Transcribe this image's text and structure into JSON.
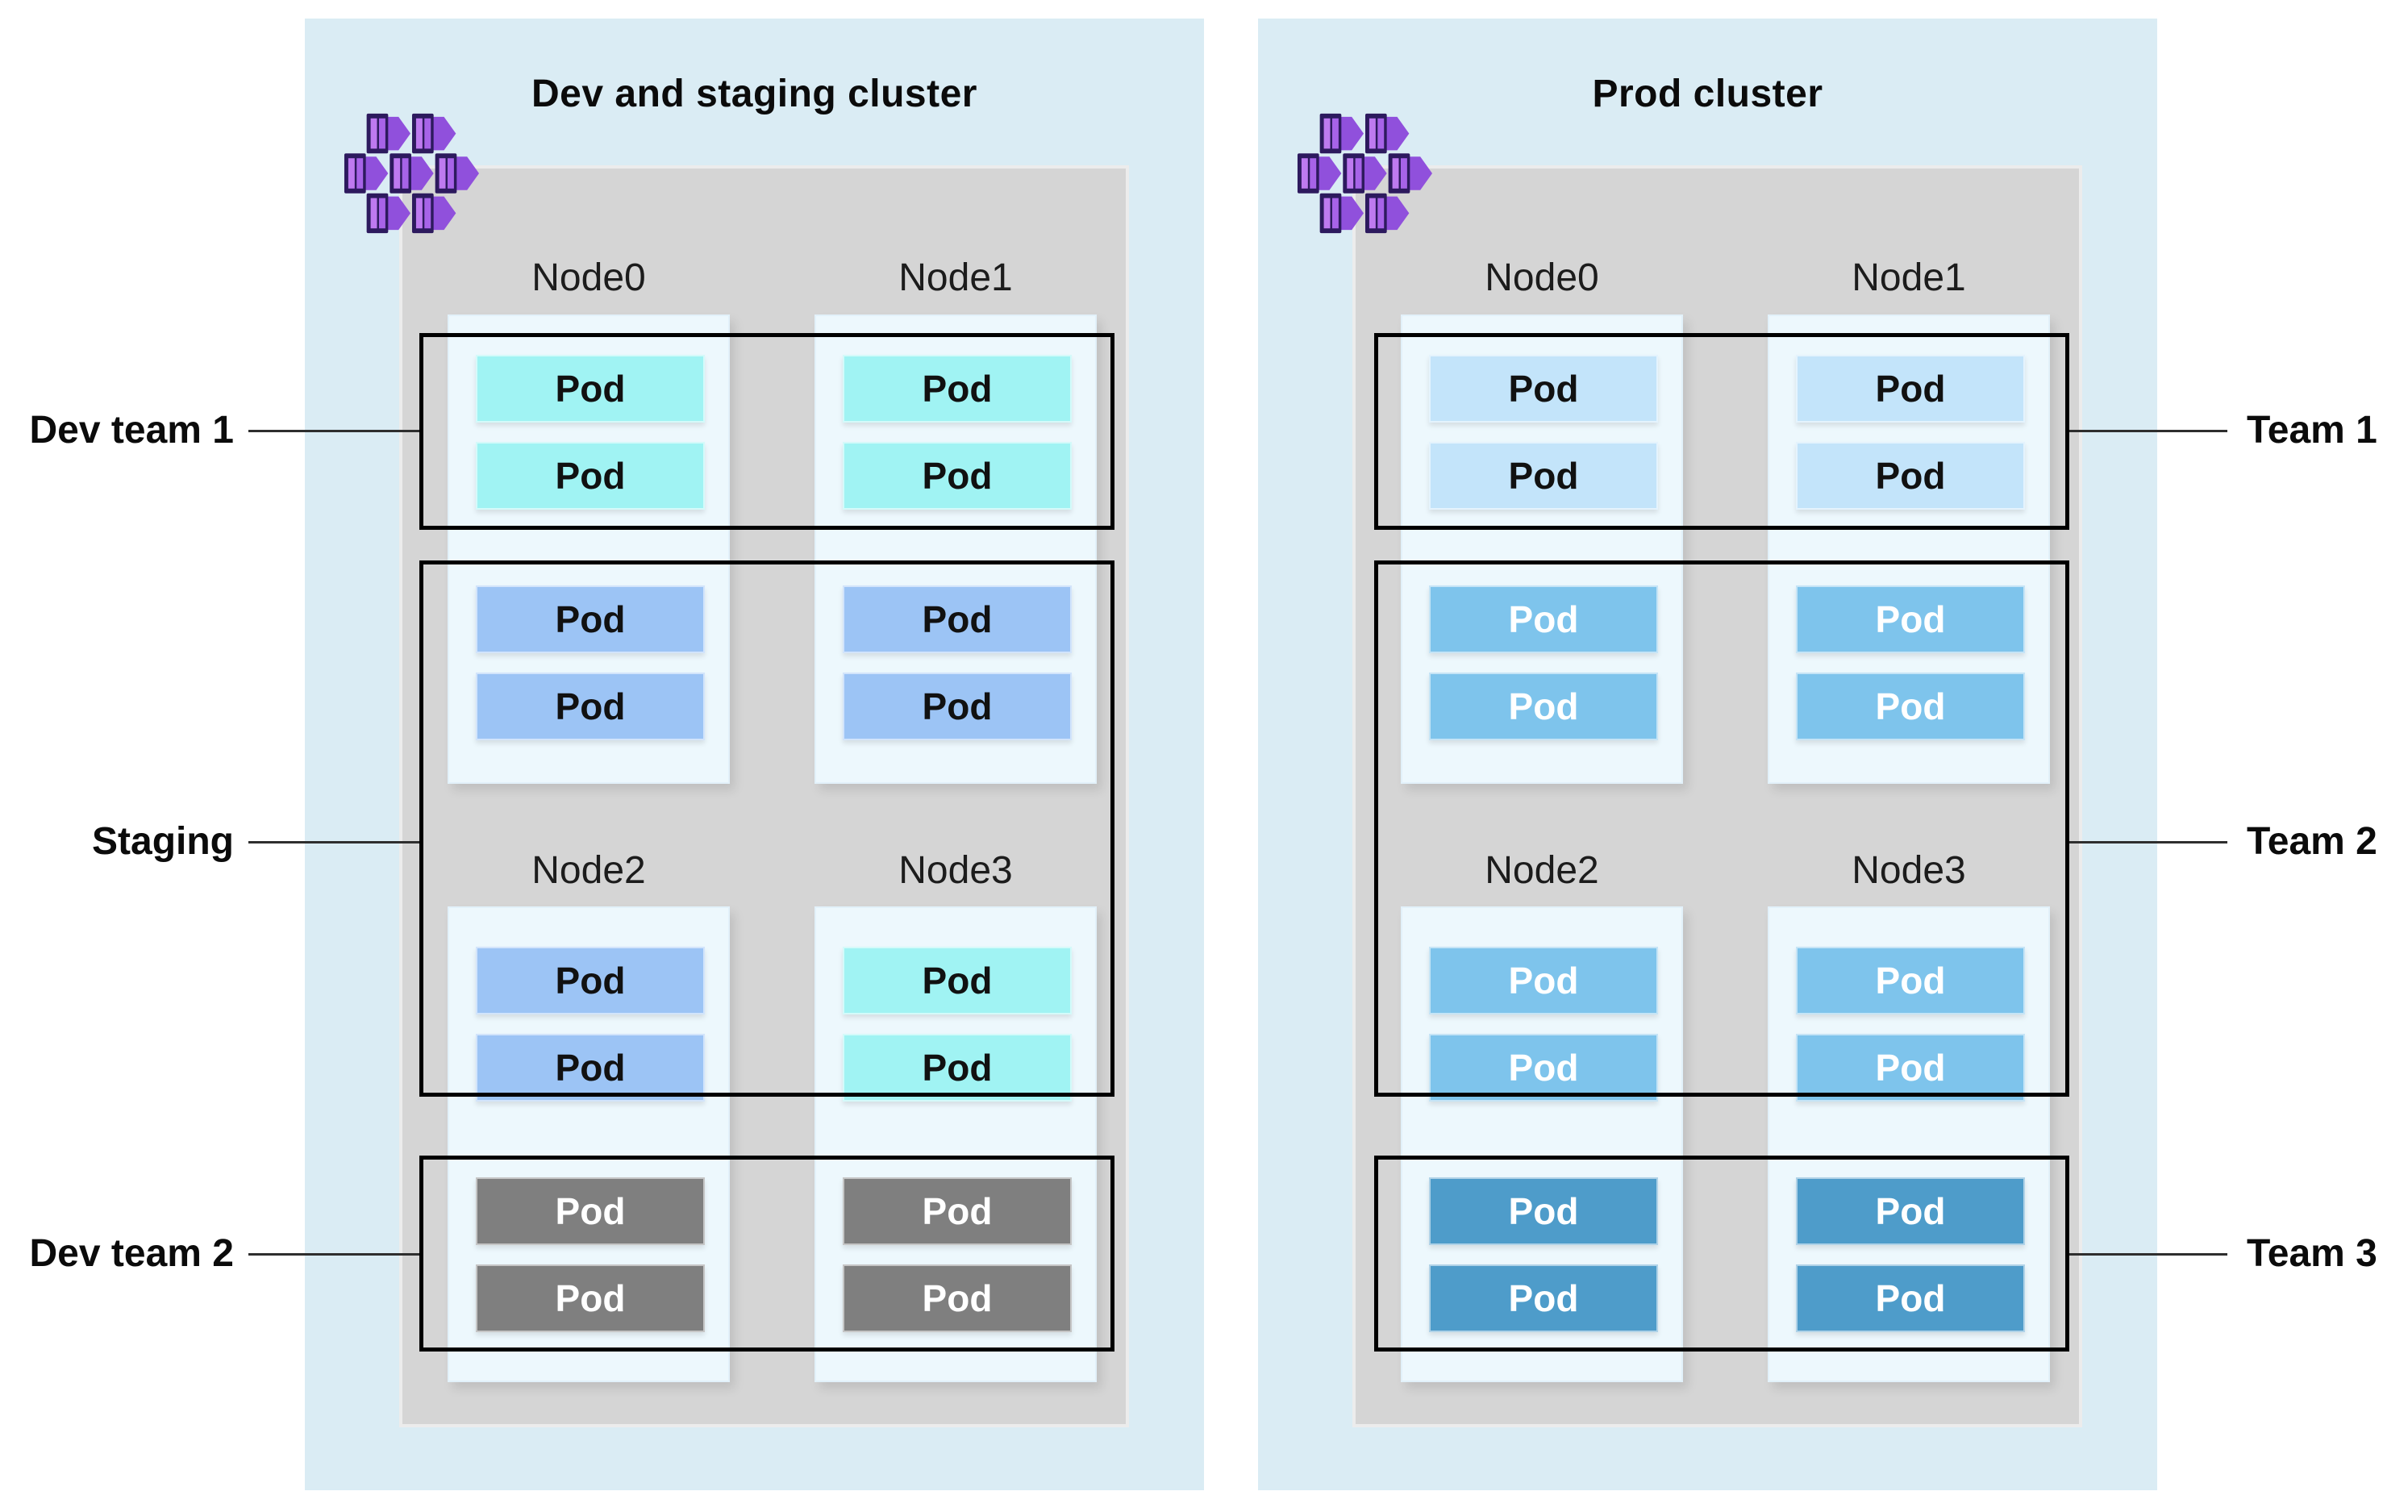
{
  "clusters": [
    {
      "id": "dev-staging",
      "title": "Dev and staging cluster",
      "icon": "containers-cluster-icon",
      "nodes": [
        {
          "name": "Node0",
          "pods": [
            {
              "label": "Pod",
              "color": "cyan"
            },
            {
              "label": "Pod",
              "color": "cyan"
            },
            {
              "label": "Pod",
              "color": "periwinkle"
            },
            {
              "label": "Pod",
              "color": "periwinkle"
            }
          ]
        },
        {
          "name": "Node1",
          "pods": [
            {
              "label": "Pod",
              "color": "cyan"
            },
            {
              "label": "Pod",
              "color": "cyan"
            },
            {
              "label": "Pod",
              "color": "periwinkle"
            },
            {
              "label": "Pod",
              "color": "periwinkle"
            }
          ]
        },
        {
          "name": "Node2",
          "pods": [
            {
              "label": "Pod",
              "color": "periwinkle"
            },
            {
              "label": "Pod",
              "color": "periwinkle"
            },
            {
              "label": "Pod",
              "color": "gray"
            },
            {
              "label": "Pod",
              "color": "gray"
            }
          ]
        },
        {
          "name": "Node3",
          "pods": [
            {
              "label": "Pod",
              "color": "cyan"
            },
            {
              "label": "Pod",
              "color": "cyan"
            },
            {
              "label": "Pod",
              "color": "gray"
            },
            {
              "label": "Pod",
              "color": "gray"
            }
          ]
        }
      ],
      "groups": [
        {
          "label": "Dev team 1",
          "side": "left"
        },
        {
          "label": "Staging",
          "side": "left"
        },
        {
          "label": "Dev team 2",
          "side": "left"
        }
      ]
    },
    {
      "id": "prod",
      "title": "Prod cluster",
      "icon": "containers-cluster-icon",
      "nodes": [
        {
          "name": "Node0",
          "pods": [
            {
              "label": "Pod",
              "color": "light_blue"
            },
            {
              "label": "Pod",
              "color": "light_blue"
            },
            {
              "label": "Pod",
              "color": "sky_blue"
            },
            {
              "label": "Pod",
              "color": "sky_blue"
            }
          ]
        },
        {
          "name": "Node1",
          "pods": [
            {
              "label": "Pod",
              "color": "light_blue"
            },
            {
              "label": "Pod",
              "color": "light_blue"
            },
            {
              "label": "Pod",
              "color": "sky_blue"
            },
            {
              "label": "Pod",
              "color": "sky_blue"
            }
          ]
        },
        {
          "name": "Node2",
          "pods": [
            {
              "label": "Pod",
              "color": "sky_blue"
            },
            {
              "label": "Pod",
              "color": "sky_blue"
            },
            {
              "label": "Pod",
              "color": "steel_blue"
            },
            {
              "label": "Pod",
              "color": "steel_blue"
            }
          ]
        },
        {
          "name": "Node3",
          "pods": [
            {
              "label": "Pod",
              "color": "sky_blue"
            },
            {
              "label": "Pod",
              "color": "sky_blue"
            },
            {
              "label": "Pod",
              "color": "steel_blue"
            },
            {
              "label": "Pod",
              "color": "steel_blue"
            }
          ]
        }
      ],
      "groups": [
        {
          "label": "Team 1",
          "side": "right"
        },
        {
          "label": "Team 2",
          "side": "right"
        },
        {
          "label": "Team 3",
          "side": "right"
        }
      ]
    }
  ],
  "colors": {
    "panel_background": "#DAECF4",
    "node_pool_background": "#D5D5D5",
    "node_box_background": "#EDF8FD",
    "pod_fills": {
      "cyan": "#A0F3F3",
      "periwinkle": "#9CC4F5",
      "gray": "#7F7F7F",
      "light_blue": "#C3E4FA",
      "sky_blue": "#7EC4EC",
      "steel_blue": "#4E9CCA"
    },
    "pod_text": {
      "cyan": "#111111",
      "periwinkle": "#111111",
      "gray": "#FFFFFF",
      "light_blue": "#111111",
      "sky_blue": "#FFFFFF",
      "steel_blue": "#FFFFFF"
    },
    "icon_body": "#9050DC",
    "icon_frame": "#2D1A5E",
    "icon_slat_light": "#BE7AF0",
    "icon_slat_mid": "#A763E8",
    "group_outline": "#000000",
    "connector": "#2e2e2e"
  }
}
